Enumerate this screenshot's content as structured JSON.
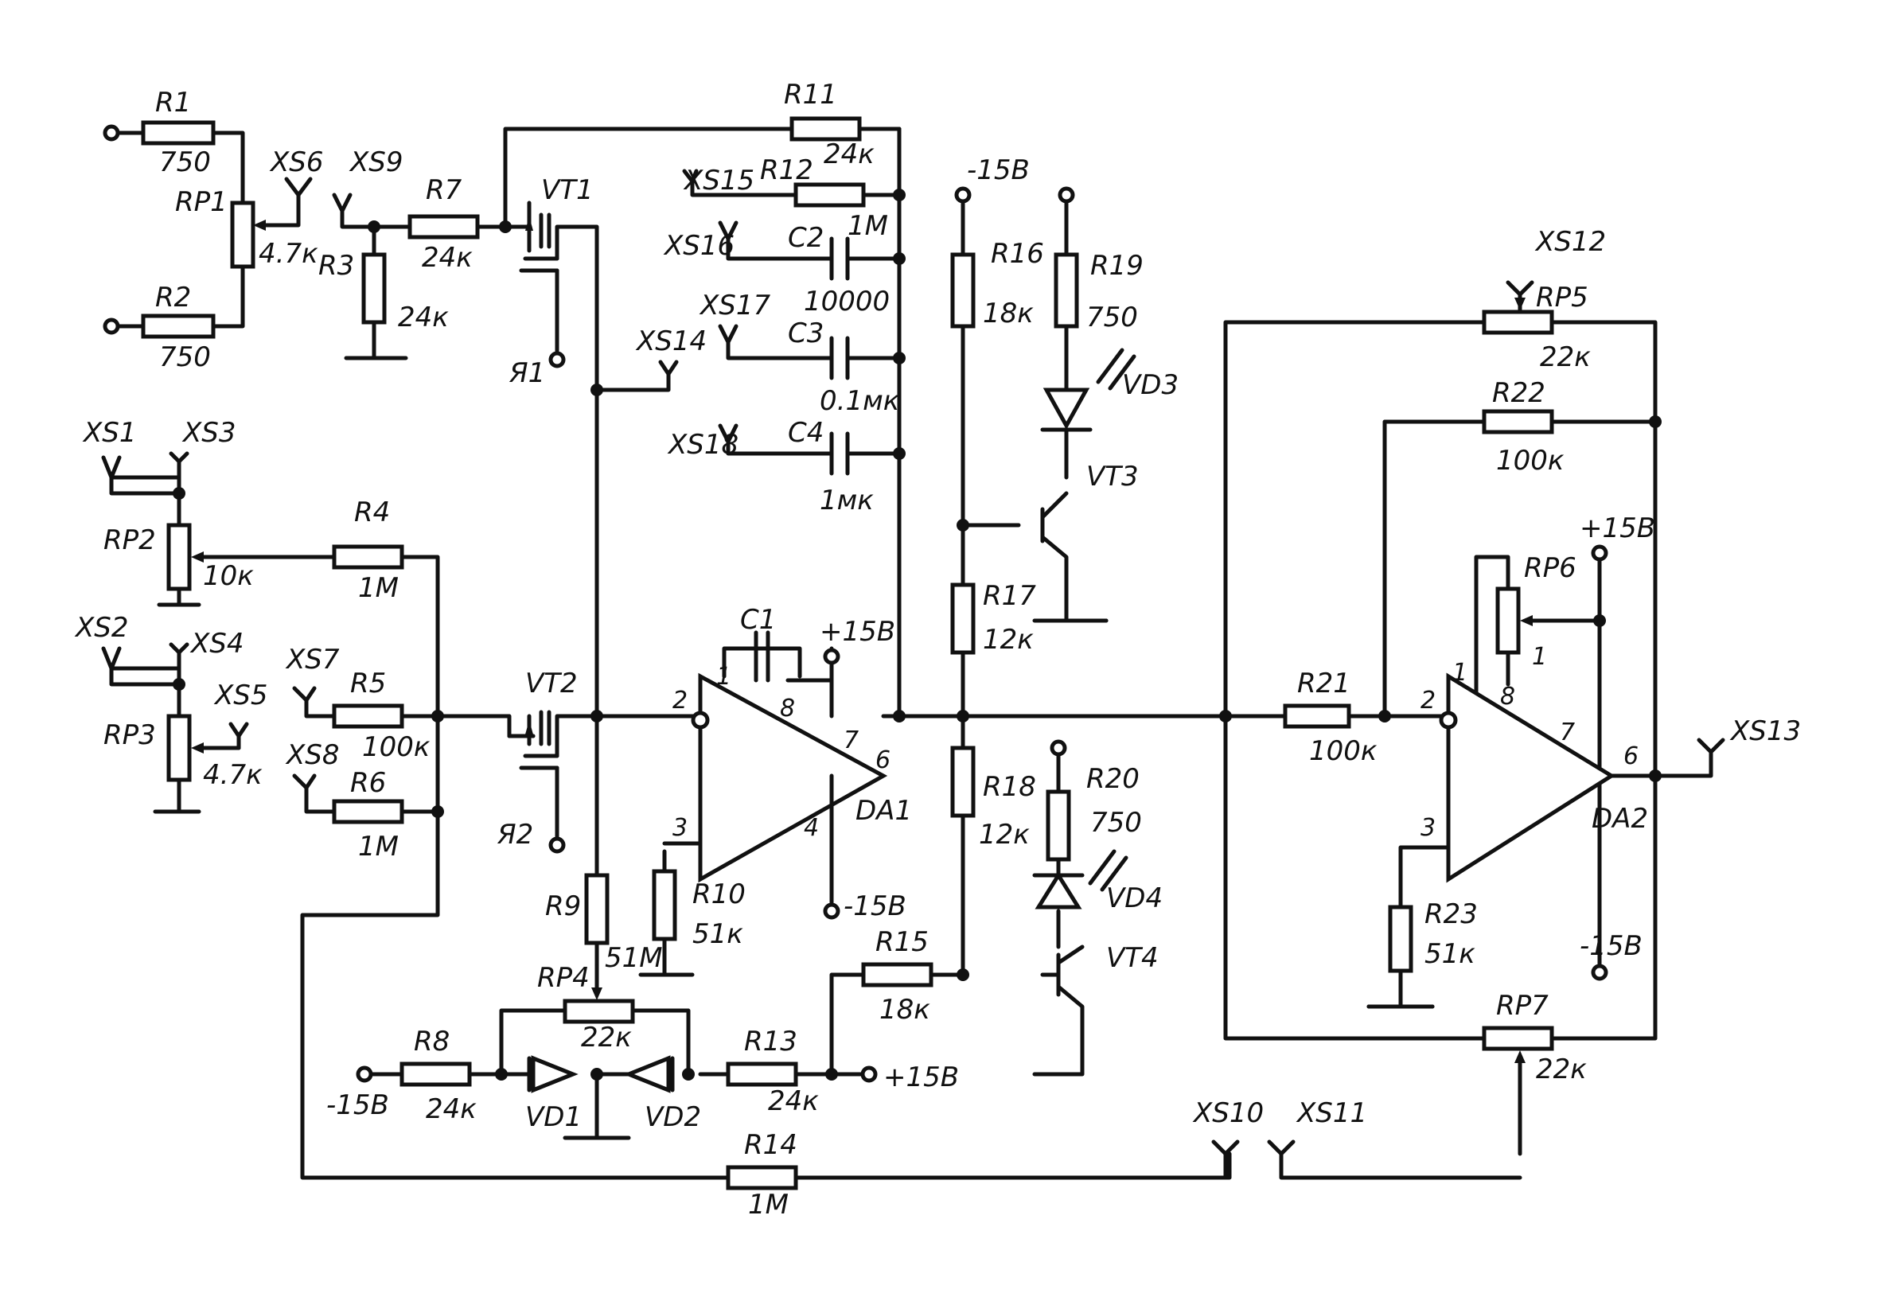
{
  "title": "",
  "components": {
    "R1": {
      "ref": "R1",
      "value": "750"
    },
    "R2": {
      "ref": "R2",
      "value": "750"
    },
    "R3": {
      "ref": "R3",
      "value": "24к"
    },
    "R4": {
      "ref": "R4",
      "value": "1М"
    },
    "R5": {
      "ref": "R5",
      "value": "100к"
    },
    "R6": {
      "ref": "R6",
      "value": "1М"
    },
    "R7": {
      "ref": "R7",
      "value": "24к"
    },
    "R8": {
      "ref": "R8",
      "value": "24к"
    },
    "R9": {
      "ref": "R9",
      "value": "51М"
    },
    "R10": {
      "ref": "R10",
      "value": "51к"
    },
    "R11": {
      "ref": "R11",
      "value": "24к"
    },
    "R12": {
      "ref": "R12",
      "value": "1М"
    },
    "R13": {
      "ref": "R13",
      "value": "24к"
    },
    "R14": {
      "ref": "R14",
      "value": "1М"
    },
    "R15": {
      "ref": "R15",
      "value": "18к"
    },
    "R16": {
      "ref": "R16",
      "value": "18к"
    },
    "R17": {
      "ref": "R17",
      "value": "12к"
    },
    "R18": {
      "ref": "R18",
      "value": "12к"
    },
    "R19": {
      "ref": "R19",
      "value": "750"
    },
    "R20": {
      "ref": "R20",
      "value": "750"
    },
    "R21": {
      "ref": "R21",
      "value": "100к"
    },
    "R22": {
      "ref": "R22",
      "value": "100к"
    },
    "R23": {
      "ref": "R23",
      "value": "51к"
    },
    "RP1": {
      "ref": "RP1",
      "value": "4.7к"
    },
    "RP2": {
      "ref": "RP2",
      "value": "10к"
    },
    "RP3": {
      "ref": "RP3",
      "value": "4.7к"
    },
    "RP4": {
      "ref": "RP4",
      "value": "22к"
    },
    "RP5": {
      "ref": "RP5",
      "value": "22к"
    },
    "RP6": {
      "ref": "RP6",
      "value": ""
    },
    "RP7": {
      "ref": "RP7",
      "value": "22к"
    },
    "C1": {
      "ref": "C1",
      "value": ""
    },
    "C2": {
      "ref": "C2",
      "value": "10000"
    },
    "C3": {
      "ref": "C3",
      "value": "0.1мк"
    },
    "C4": {
      "ref": "C4",
      "value": "1мк"
    },
    "VT1": {
      "ref": "VT1"
    },
    "VT2": {
      "ref": "VT2"
    },
    "VT3": {
      "ref": "VT3"
    },
    "VT4": {
      "ref": "VT4"
    },
    "VD1": {
      "ref": "VD1"
    },
    "VD2": {
      "ref": "VD2"
    },
    "VD3": {
      "ref": "VD3"
    },
    "VD4": {
      "ref": "VD4"
    },
    "DA1": {
      "ref": "DA1"
    },
    "DA2": {
      "ref": "DA2"
    }
  },
  "connectors": [
    "XS1",
    "XS2",
    "XS3",
    "XS4",
    "XS5",
    "XS6",
    "XS7",
    "XS8",
    "XS9",
    "XS10",
    "XS11",
    "XS12",
    "XS13",
    "XS14",
    "XS15",
    "XS16",
    "XS17",
    "XS18"
  ],
  "terminals": {
    "A1": "Я1",
    "A2": "Я2"
  },
  "supplies": {
    "neg": "-15В",
    "pos": "+15В"
  },
  "pins": {
    "p1": "1",
    "p2": "2",
    "p3": "3",
    "p4": "4",
    "p6": "6",
    "p7": "7",
    "p8": "8"
  }
}
